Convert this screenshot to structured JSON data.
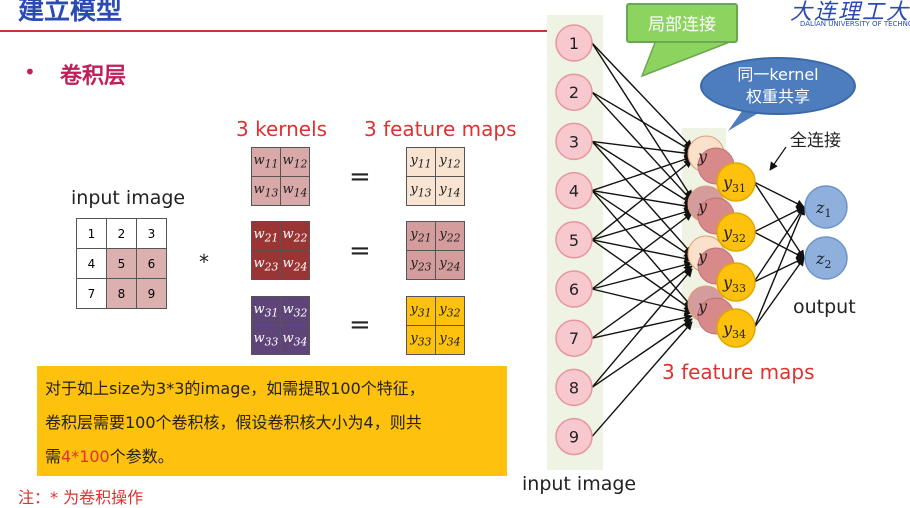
{
  "header": {
    "title": "建立模型",
    "logo": "大连理工大学",
    "logo_sub": "DALIAN UNIVERSITY OF TECHNOLOGY"
  },
  "section": {
    "bullet": "•",
    "title": "卷积层"
  },
  "labels": {
    "kernels": "3 kernels",
    "feature_maps_top": "3 feature maps",
    "input_image_left": "input image",
    "input_image_bottom": "input image",
    "feature_maps_bottom": "3 feature maps",
    "output": "output",
    "local_connect": "局部连接",
    "weight_share_l1": "同一kernel",
    "weight_share_l2": "权重共享",
    "full_connect": "全连接",
    "star": "*",
    "equals": "="
  },
  "input_grid": [
    [
      "1",
      "2",
      "3"
    ],
    [
      "4",
      "5",
      "6"
    ],
    [
      "7",
      "8",
      "9"
    ]
  ],
  "kernels": [
    [
      [
        "w",
        "11"
      ],
      [
        "w",
        "12"
      ],
      [
        "w",
        "13"
      ],
      [
        "w",
        "14"
      ]
    ],
    [
      [
        "w",
        "21"
      ],
      [
        "w",
        "22"
      ],
      [
        "w",
        "23"
      ],
      [
        "w",
        "24"
      ]
    ],
    [
      [
        "w",
        "31"
      ],
      [
        "w",
        "32"
      ],
      [
        "w",
        "33"
      ],
      [
        "w",
        "34"
      ]
    ]
  ],
  "feature_maps": [
    [
      [
        "y",
        "11"
      ],
      [
        "y",
        "12"
      ],
      [
        "y",
        "13"
      ],
      [
        "y",
        "14"
      ]
    ],
    [
      [
        "y",
        "21"
      ],
      [
        "y",
        "22"
      ],
      [
        "y",
        "23"
      ],
      [
        "y",
        "24"
      ]
    ],
    [
      [
        "y",
        "31"
      ],
      [
        "y",
        "32"
      ],
      [
        "y",
        "33"
      ],
      [
        "y",
        "34"
      ]
    ]
  ],
  "network": {
    "inputs": [
      "1",
      "2",
      "3",
      "4",
      "5",
      "6",
      "7",
      "8",
      "9"
    ],
    "fm_front": [
      [
        "y",
        "31"
      ],
      [
        "y",
        "32"
      ],
      [
        "y",
        "33"
      ],
      [
        "y",
        "34"
      ]
    ],
    "fm_back_letter": "y",
    "outputs": [
      [
        "z",
        "1"
      ],
      [
        "z",
        "2"
      ]
    ]
  },
  "note": {
    "line1": "对于如上size为3*3的image，如需提取100个特征，",
    "line2": "卷积层需要100个卷积核，假设卷积核大小为4，则共",
    "line3_pre": "需",
    "line3_red": "4*100",
    "line3_post": "个参数。"
  },
  "footnote": "注：* 为卷积操作",
  "colors": {
    "title": "#2a4bb3",
    "accent_red": "#e03030",
    "note_bg": "#fdc10e",
    "node_pink": "#f8c8cf",
    "node_orange": "#fdc10e",
    "node_blue": "#8fb0dd"
  }
}
